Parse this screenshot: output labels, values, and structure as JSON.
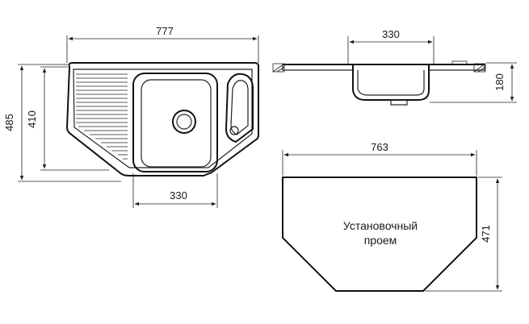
{
  "top_view": {
    "width_label": "777",
    "height_outer_label": "485",
    "height_inner_label": "410",
    "bowl_width_label": "330"
  },
  "side_view": {
    "bowl_width_label": "330",
    "depth_label": "180"
  },
  "cutout_view": {
    "width_label": "763",
    "height_label": "471",
    "caption_line1": "Установочный",
    "caption_line2": "проем"
  }
}
